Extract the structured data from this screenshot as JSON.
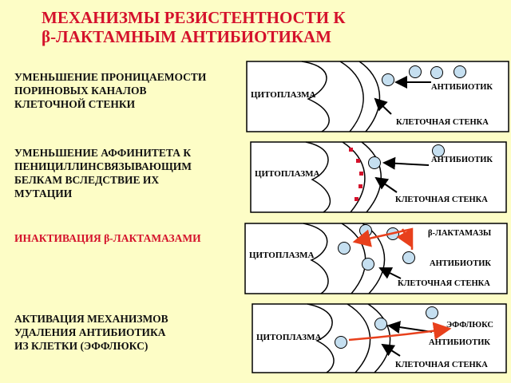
{
  "title": {
    "line1": "МЕХАНИЗМЫ РЕЗИСТЕНТНОСТИ К",
    "line2": "β-ЛАКТАМНЫМ АНТИБИОТИКАМ"
  },
  "mechanisms": [
    {
      "lines": [
        "УМЕНЬШЕНИЕ ПРОНИЦАЕМОСТИ",
        "ПОРИНОВЫХ КАНАЛОВ",
        "КЛЕТОЧНОЙ СТЕНКИ"
      ],
      "panel": {
        "cytoplasm": "ЦИТОПЛАЗМА",
        "antibiotic": "АНТИБИОТИК",
        "wall": "КЛЕТОЧНАЯ СТЕНКА"
      }
    },
    {
      "lines": [
        "УМЕНЬШЕНИЕ АФФИНИТЕТА К",
        "ПЕНИЦИЛЛИНСВЯЗЫВАЮЩИМ",
        "БЕЛКАМ ВСЛЕДСТВИЕ ИХ",
        "МУТАЦИИ"
      ],
      "panel": {
        "cytoplasm": "ЦИТОПЛАЗМА",
        "antibiotic": "АНТИБИОТИК",
        "wall": "КЛЕТОЧНАЯ СТЕНКА"
      }
    },
    {
      "lines": [
        "ИНАКТИВАЦИЯ β-ЛАКТАМАЗАМИ"
      ],
      "panel": {
        "cytoplasm": "ЦИТОПЛАЗМА",
        "enzyme": "β-ЛАКТАМАЗЫ",
        "antibiotic": "АНТИБИОТИК",
        "wall": "КЛЕТОЧНАЯ СТЕНКА"
      }
    },
    {
      "lines": [
        "АКТИВАЦИЯ МЕХАНИЗМОВ",
        "УДАЛЕНИЯ АНТИБИОТИКА",
        "ИЗ КЛЕТКИ (ЭФФЛЮКС)"
      ],
      "panel": {
        "cytoplasm": "ЦИТОПЛАЗМА",
        "efflux": "ЭФФЛЮКС",
        "antibiotic": "АНТИБИОТИК",
        "wall": "КЛЕТОЧНАЯ СТЕНКА"
      }
    }
  ],
  "colors": {
    "background": "#fdfdc6",
    "title": "#d4112b",
    "arrow_red": "#e8401c",
    "molecule_fill": "#c5dff0",
    "pbp_red": "#d4112b"
  }
}
